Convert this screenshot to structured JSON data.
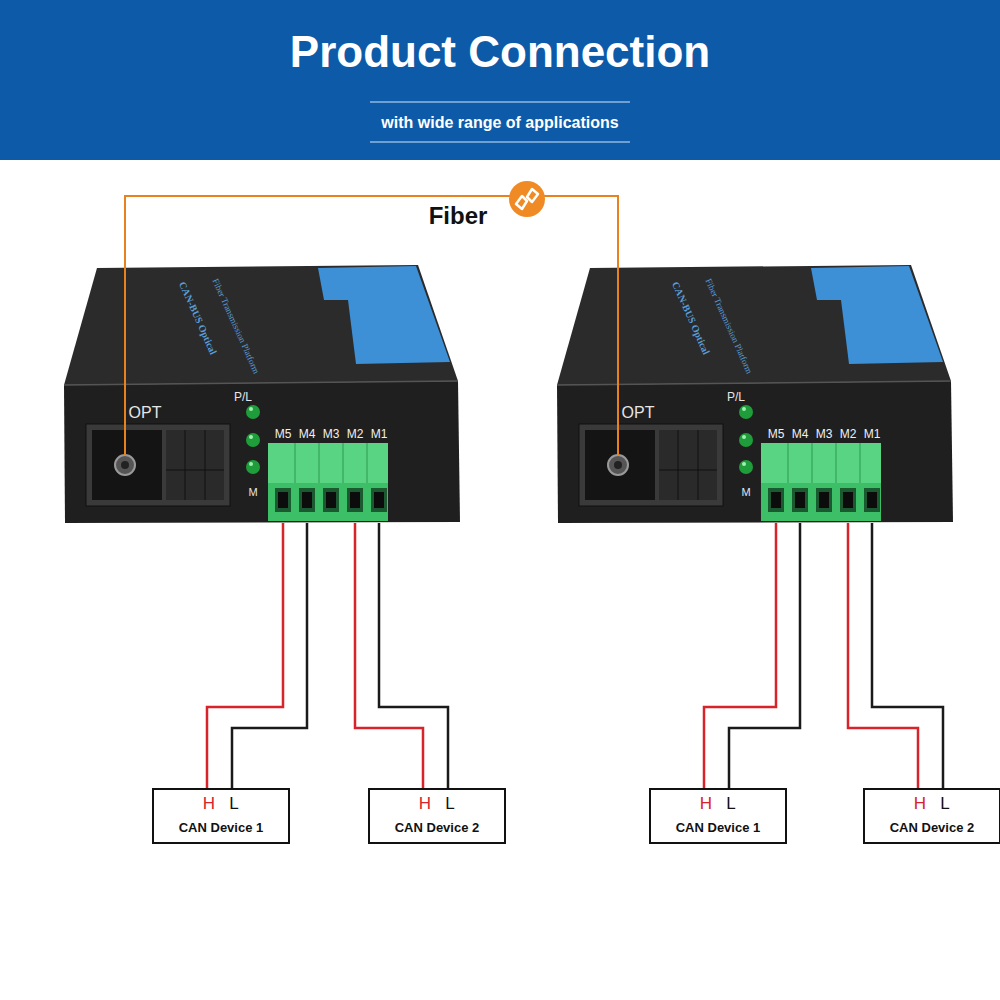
{
  "diagram": {
    "title": "Product Connection",
    "nodes": [
      {
        "text": [
          "OPT",
          "P/L",
          "M",
          "M5",
          "M4",
          "M3",
          "M2",
          "M1"
        ]
      },
      {
        "text": [
          "OPT",
          "P/L",
          "M",
          "M5",
          "M4",
          "M3",
          "M2",
          "M1"
        ]
      },
      {
        "text": [
          "H",
          "L",
          "CAN Device 1"
        ]
      },
      {
        "text": [
          "H",
          "L",
          "CAN Device 2"
        ]
      },
      {
        "text": [
          "H",
          "L",
          "CAN Device 1"
        ]
      },
      {
        "text": [
          "H",
          "L",
          "CAN Device 2"
        ]
      }
    ],
    "edges": [
      {
        "from": 0,
        "to": 1,
        "label": "Fiber",
        "arrow": "none"
      },
      {
        "from": 0,
        "to": 2,
        "arrow": "none"
      },
      {
        "from": 0,
        "to": 2,
        "arrow": "none"
      },
      {
        "from": 0,
        "to": 3,
        "arrow": "none"
      },
      {
        "from": 0,
        "to": 3,
        "arrow": "none"
      },
      {
        "from": 1,
        "to": 4,
        "arrow": "none"
      },
      {
        "from": 1,
        "to": 4,
        "arrow": "none"
      },
      {
        "from": 1,
        "to": 5,
        "arrow": "none"
      },
      {
        "from": 1,
        "to": 5,
        "arrow": "none"
      }
    ],
    "labels": [
      "with wide range of applications",
      "CAN-BUS Optical",
      "Fiber Transmission Platform",
      "CAN-BUS Optical",
      "Fiber Transmission Platform"
    ]
  }
}
